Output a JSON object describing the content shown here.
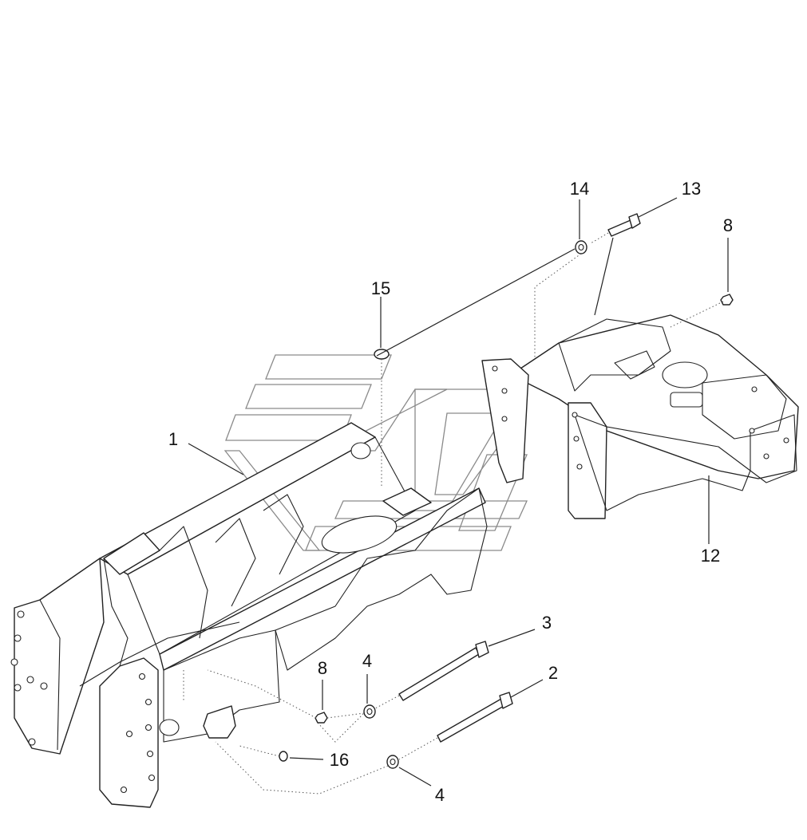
{
  "callouts": {
    "c1": "1",
    "c2": "2",
    "c3": "3",
    "c4a": "4",
    "c4b": "4",
    "c8a": "8",
    "c8b": "8",
    "c12": "12",
    "c13": "13",
    "c14": "14",
    "c15": "15",
    "c16": "16"
  },
  "colors": {
    "line": "#222222",
    "watermark": "#8a8a8a",
    "background": "#ffffff"
  }
}
